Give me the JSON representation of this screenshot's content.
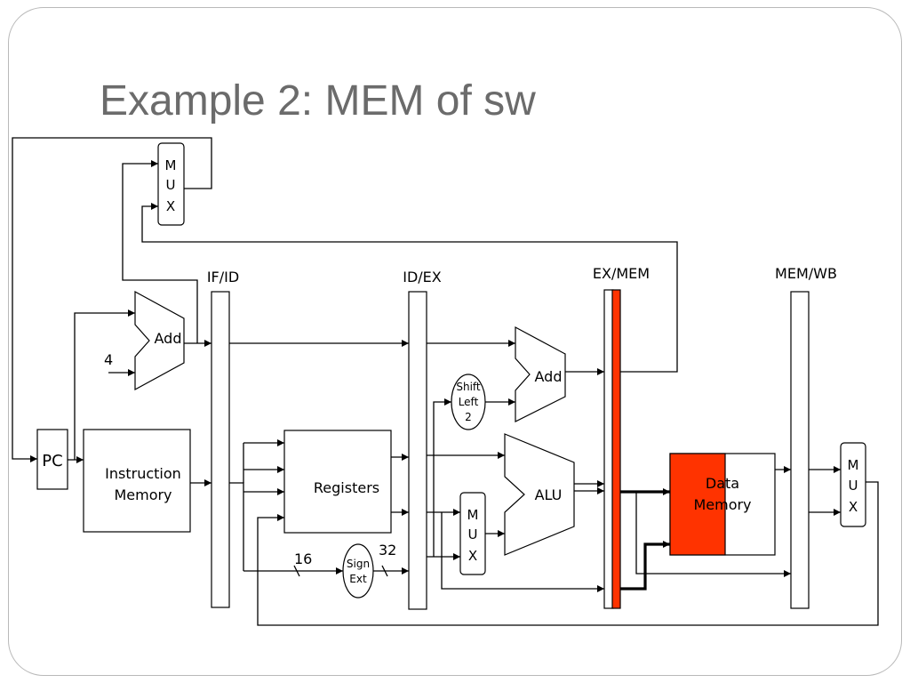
{
  "title": "Example 2: MEM of sw",
  "pipeline_registers": {
    "if_id": "IF/ID",
    "id_ex": "ID/EX",
    "ex_mem": "EX/MEM",
    "mem_wb": "MEM/WB"
  },
  "blocks": {
    "pc": "PC",
    "instruction_memory": [
      "Instruction",
      "Memory"
    ],
    "registers": "Registers",
    "data_memory": [
      "Data",
      "Memory"
    ],
    "alu": "ALU",
    "add_pc": "Add",
    "add_branch": "Add",
    "shift_left": [
      "Shift",
      "Left",
      "2"
    ],
    "sign_ext": [
      "Sign",
      "Ext"
    ],
    "mux_top": [
      "M",
      "U",
      "X"
    ],
    "mux_alu": [
      "M",
      "U",
      "X"
    ],
    "mux_wb": [
      "M",
      "U",
      "X"
    ]
  },
  "labels": {
    "constant_four": "4",
    "bits_in": "16",
    "bits_out": "32"
  },
  "colors": {
    "active_stage": "#ff3300",
    "title_text": "#6b6b6b",
    "slide_border": "#b9b9b9"
  }
}
